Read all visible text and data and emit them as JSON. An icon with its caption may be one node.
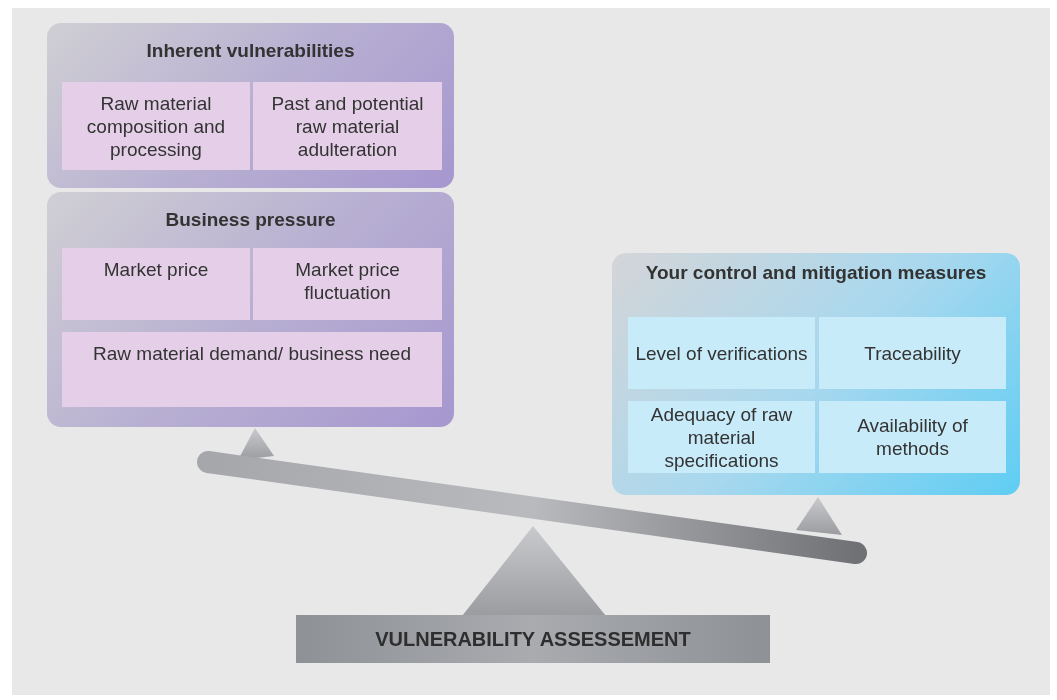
{
  "diagram": {
    "nodes": [
      {
        "text": [
          "Inherent vulnerabilities"
        ]
      },
      {
        "text": [
          "Raw material composition and processing"
        ],
        "in": 0
      },
      {
        "text": [
          "Past and potential raw material adulteration"
        ],
        "in": 0
      },
      {
        "text": [
          "Business pressure"
        ]
      },
      {
        "text": [
          "Market price"
        ],
        "in": 3
      },
      {
        "text": [
          "Market price fluctuation"
        ],
        "in": 3
      },
      {
        "text": [
          "Raw material demand/ business need"
        ],
        "in": 3
      },
      {
        "text": [
          "Your control and mitigation measures"
        ]
      },
      {
        "text": [
          "Level of verifications"
        ],
        "in": 7
      },
      {
        "text": [
          "Traceability"
        ],
        "in": 7
      },
      {
        "text": [
          "Adequacy of raw material specifications"
        ],
        "in": 7
      },
      {
        "text": [
          "Availability of methods"
        ],
        "in": 7
      },
      {
        "text": [
          "VULNERABILITY ASSESSEMENT"
        ]
      }
    ]
  }
}
